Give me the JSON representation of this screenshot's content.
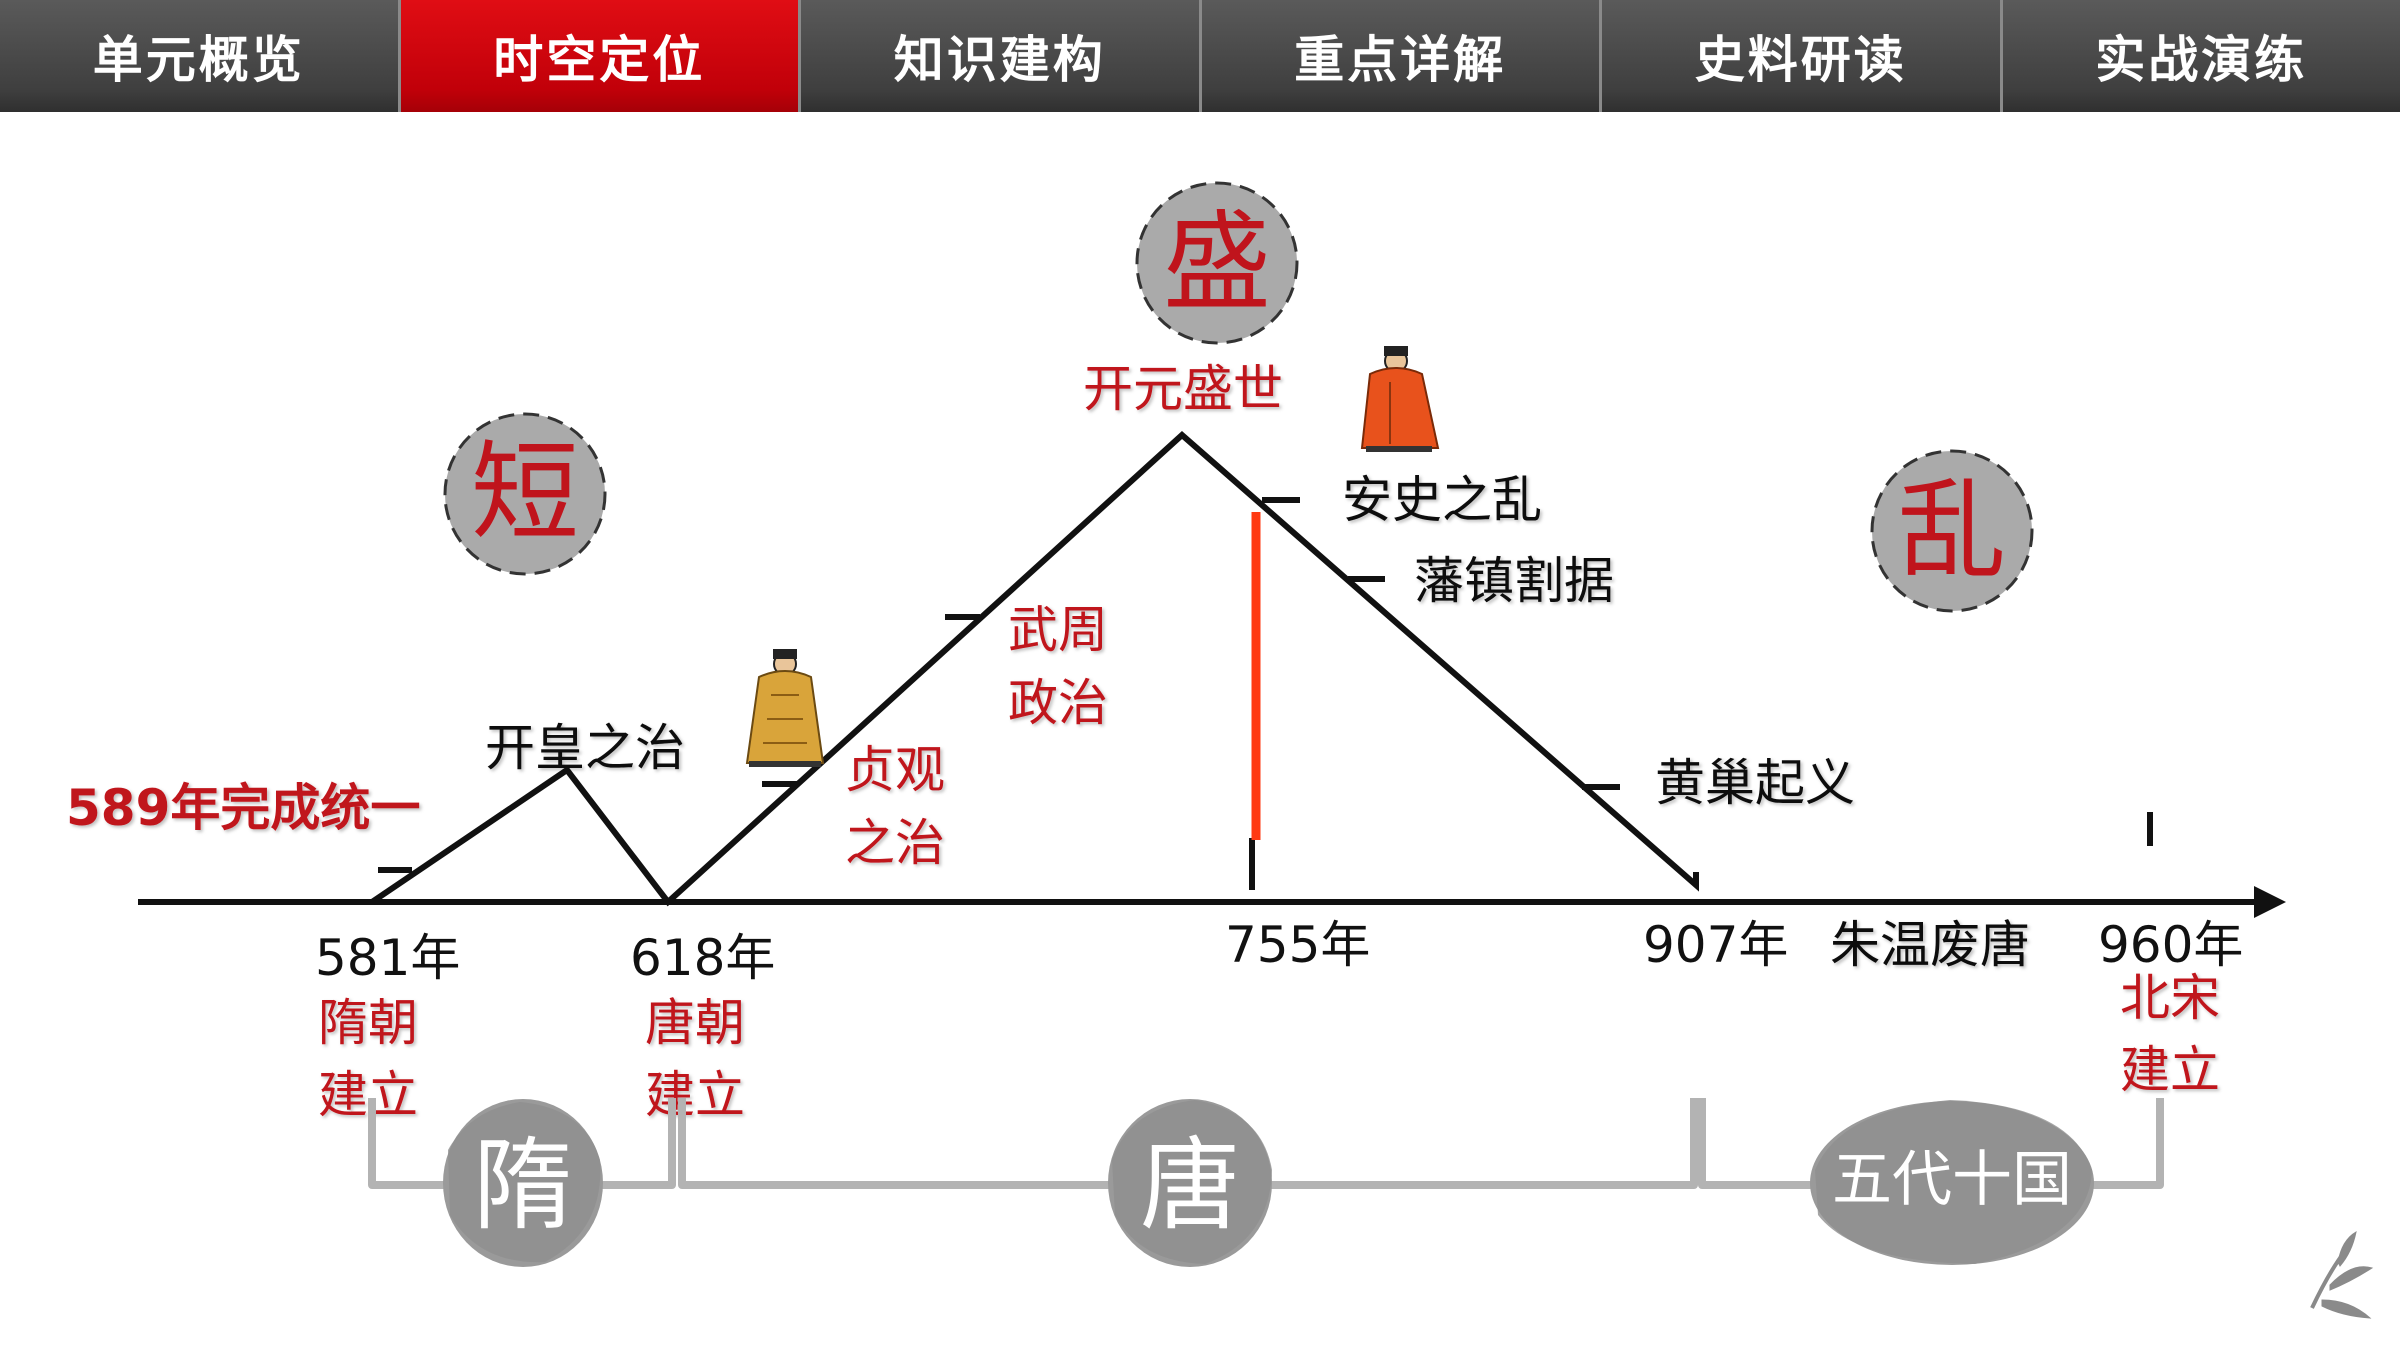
{
  "nav": {
    "tabs": [
      "单元概览",
      "时空定位",
      "知识建构",
      "重点详解",
      "史料研读",
      "实战演练"
    ],
    "active_index": 1
  },
  "colors": {
    "accent_red": "#c0141c",
    "nav_active": "#d0070f",
    "nav_dark": "#444444",
    "circle_gray": "#a9a9a9",
    "stage_gray": "#b2b2b2"
  },
  "big_chars": {
    "short": "短",
    "prosperous": "盛",
    "chaos": "乱"
  },
  "events": {
    "unification": "589年完成统一",
    "kaihuang": "开皇之治",
    "zhenguan_line1": "贞观",
    "zhenguan_line2": "之治",
    "wuzhou_line1": "武周",
    "wuzhou_line2": "政治",
    "kaiyuan": "开元盛世",
    "anshi": "安史之乱",
    "fanzhen": "藩镇割据",
    "huangchao": "黄巢起义",
    "zhuwen": "朱温废唐"
  },
  "years": {
    "y581": "581年",
    "y618": "618年",
    "y755": "755年",
    "y907": "907年",
    "y960": "960年"
  },
  "notes": {
    "sui_line1": "隋朝",
    "sui_line2": "建立",
    "tang_line1": "唐朝",
    "tang_line2": "建立",
    "song_line1": "北宋",
    "song_line2": "建立"
  },
  "dynasties": {
    "sui": "隋",
    "tang": "唐",
    "wudai": "五代十国"
  },
  "icons": [
    "emperor-figure-icon",
    "emperor-figure-icon",
    "bamboo-logo-icon"
  ]
}
